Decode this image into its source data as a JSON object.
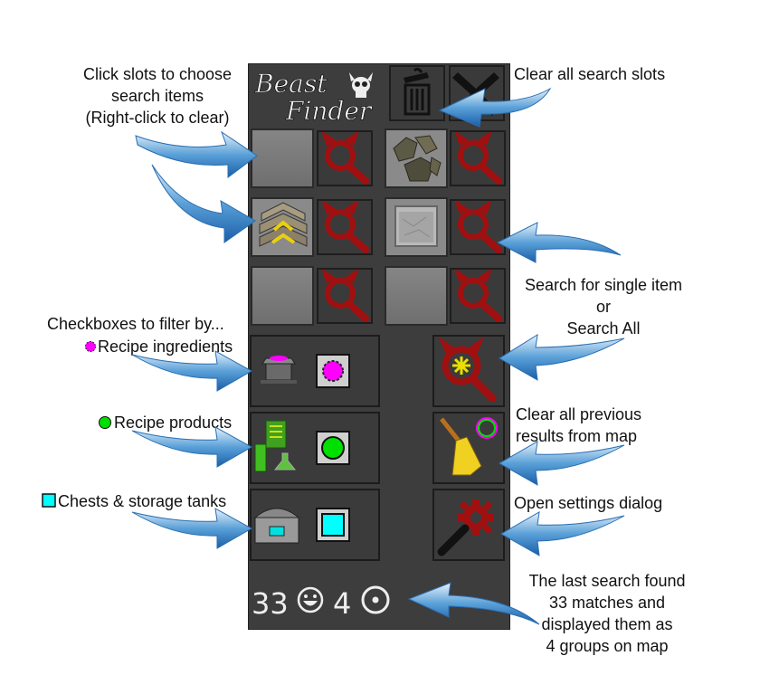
{
  "app": {
    "title_line1": "Beast",
    "title_line2": "Finder"
  },
  "annotations": {
    "click_slots": "Click slots to choose\nsearch items\n(Right-click to clear)",
    "clear_all_slots": "Clear all search slots",
    "search_single": "Search for single item\nor\nSearch All",
    "checkboxes": "Checkboxes to filter by...",
    "recipe_ingredients": "Recipe ingredients",
    "recipe_products": "Recipe products",
    "chests": "Chests & storage tanks",
    "clear_results": "Clear all previous\nresults from map",
    "open_settings": "Open settings dialog",
    "last_search": "The last search found\n33 matches and\ndisplayed them as\n4 groups on map"
  },
  "status": {
    "matches": "33",
    "groups": "4"
  },
  "colors": {
    "ingredients": "#ff00ff",
    "products": "#00e000",
    "chests": "#00ffff",
    "search_red": "#a01010",
    "panel": "#3d3d3d",
    "arrow": "#1a6fc0"
  },
  "icons": {
    "trash": "trash-icon",
    "close": "close-icon",
    "search": "search-icon",
    "search_all": "search-all-icon",
    "broom": "broom-icon",
    "settings": "settings-gear-icon"
  }
}
